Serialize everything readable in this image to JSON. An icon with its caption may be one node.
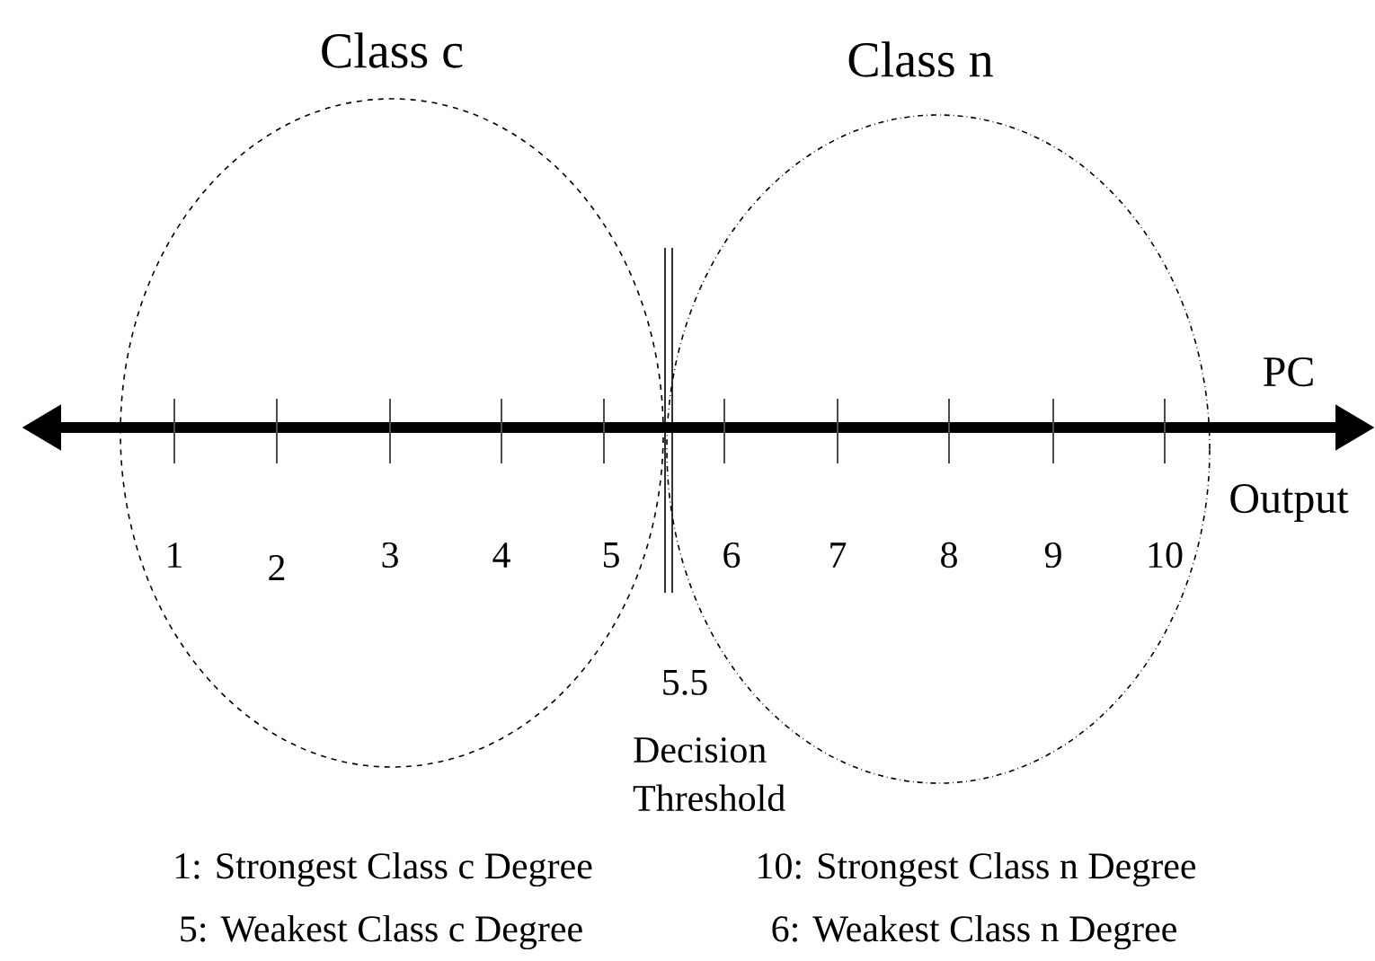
{
  "diagram": {
    "nodes": [
      {
        "text": [
          "Class c"
        ]
      },
      {
        "text": [
          "Class n"
        ]
      }
    ],
    "labels": [
      "PC",
      "Output",
      "1",
      "2",
      "3",
      "4",
      "5",
      "6",
      "7",
      "8",
      "9",
      "10",
      "5.5",
      "Decision Threshold",
      "1:  Strongest Class c Degree",
      "10:  Strongest Class n Degree",
      "5:  Weakest Class c Degree",
      "6:  Weakest Class n Degree"
    ]
  }
}
